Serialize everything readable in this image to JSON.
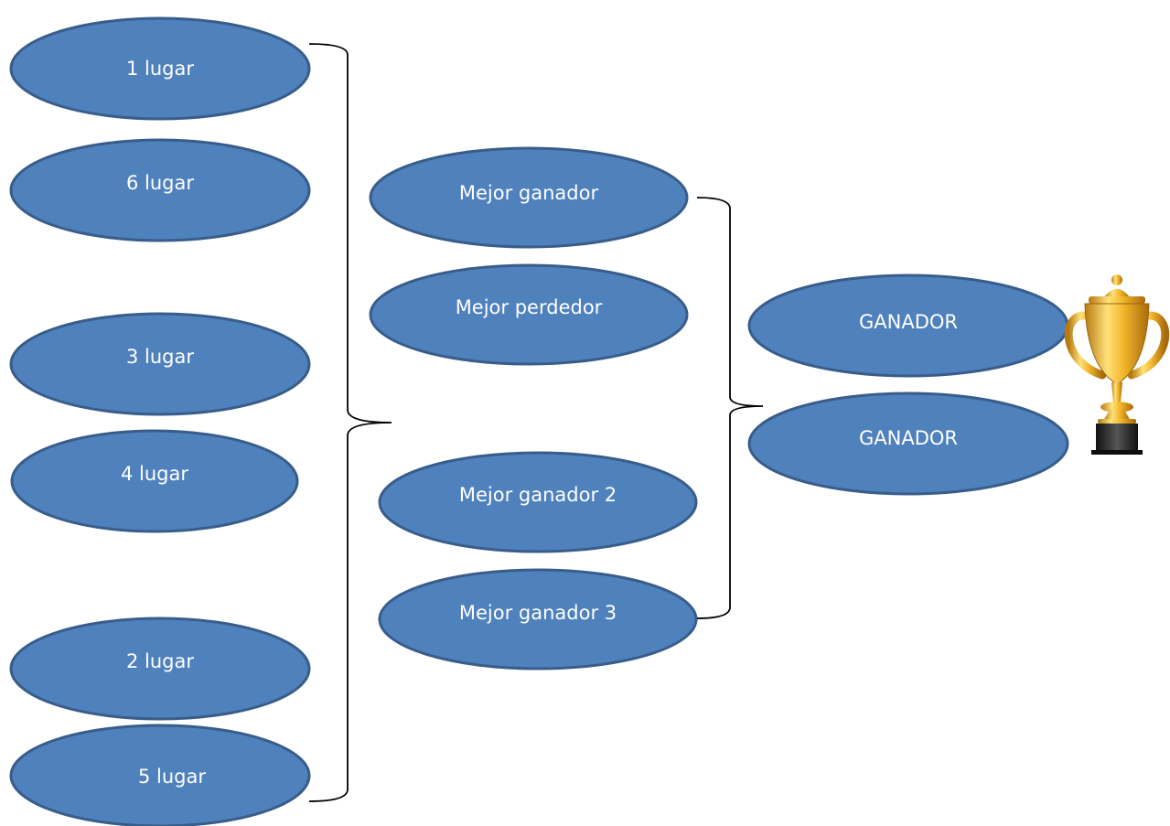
{
  "left_column": {
    "place_1": "1 lugar",
    "place_6": "6 lugar",
    "place_3": "3 lugar",
    "place_4": "4 lugar",
    "place_2": "2 lugar",
    "place_5": "5 lugar"
  },
  "middle_column": {
    "best_winner": "Mejor ganador",
    "best_loser": "Mejor perdedor",
    "best_winner_2": "Mejor ganador 2",
    "best_winner_3": "Mejor ganador 3"
  },
  "final_column": {
    "winner_top": "GANADOR",
    "winner_bottom": "GANADOR"
  },
  "icons": {
    "trophy": "trophy-icon"
  },
  "colors": {
    "node_fill": "#4f81bd",
    "node_stroke": "#385d8a",
    "node_text": "#ffffff",
    "connector": "#000000",
    "trophy_gold": "#e0a820",
    "trophy_base": "#1a1a1a"
  }
}
